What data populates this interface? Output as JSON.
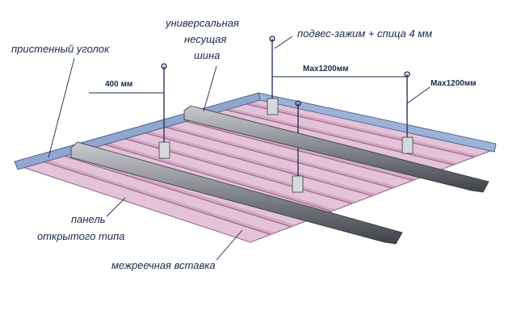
{
  "labels": {
    "wall_angle": "пристенный уголок",
    "carrier_rail_line1": "универсальная",
    "carrier_rail_line2": "несущая",
    "carrier_rail_line3": "шина",
    "hanger": "подвес-зажим + спица 4 мм",
    "open_panel_line1": "панель",
    "open_panel_line2": "открытого типа",
    "insert": "межреечная вставка"
  },
  "dimensions": {
    "edge_offset": "400 мм",
    "hanger_spacing": "Max1200мм",
    "rail_spacing": "Max1200мм"
  },
  "colors": {
    "panel": "#e4c3d8",
    "panel_shade": "#c891b4",
    "panel_edge": "#8e5f84",
    "wall_angle": "#8fa6cf",
    "rail": "#8a8d93",
    "rail_dark": "#4b4e55",
    "line": "#1b2a4a"
  }
}
